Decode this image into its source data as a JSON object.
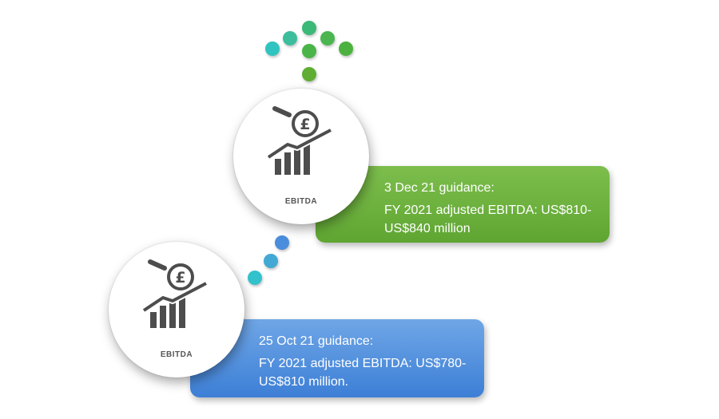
{
  "steps": [
    {
      "icon": "ebitda-growth-pound-icon",
      "icon_label": "EBITDA",
      "heading": "25 Oct 21 guidance:",
      "detail_line1": "FY 2021 adjusted EBITDA: US$780-",
      "detail_line2": "US$810 million.",
      "color": "#4a8ddc"
    },
    {
      "icon": "ebitda-growth-pound-icon",
      "icon_label": "EBITDA",
      "heading": "3 Dec 21 guidance:",
      "detail_line1": "FY 2021 adjusted EBITDA: US$810-",
      "detail_line2": "US$840 million",
      "color": "#6ab23f"
    }
  ],
  "connector_colors": [
    "#5b9ee3",
    "#4fb3d6",
    "#36c3c6"
  ],
  "arrow_dot_colors": [
    "#2fc2b5",
    "#3dba8a",
    "#47b35a"
  ]
}
